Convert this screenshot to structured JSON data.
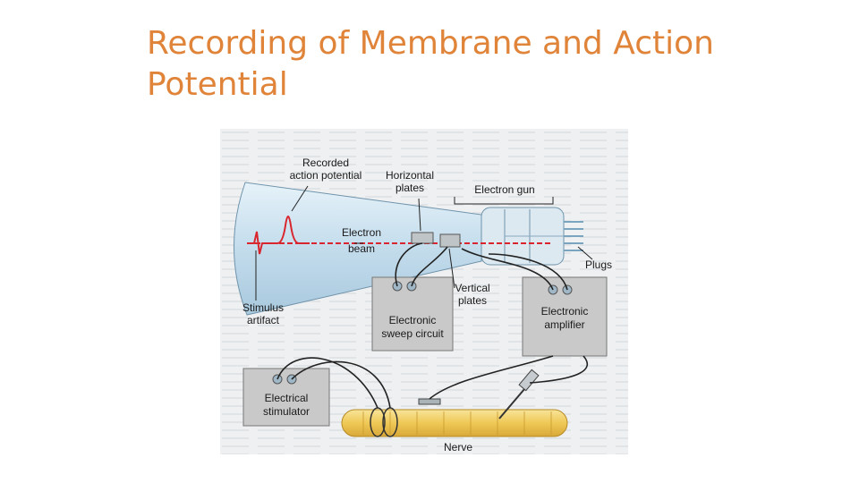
{
  "slide": {
    "title": "Recording of Membrane and Action Potential",
    "title_color": "#e0843a"
  },
  "diagram": {
    "labels": {
      "recorded_action_potential": [
        "Recorded",
        "action potential"
      ],
      "horizontal_plates": [
        "Horizontal",
        "plates"
      ],
      "electron_gun": "Electron gun",
      "electron_beam": [
        "Electron",
        "beam"
      ],
      "plugs": "Plugs",
      "stimulus_artifact": [
        "Stimulus",
        "artifact"
      ],
      "vertical_plates": [
        "Vertical",
        "plates"
      ],
      "electronic_sweep_circuit": [
        "Electronic",
        "sweep circuit"
      ],
      "electronic_amplifier": [
        "Electronic",
        "amplifier"
      ],
      "electrical_stimulator": [
        "Electrical",
        "stimulator"
      ],
      "nerve": "Nerve"
    },
    "colors": {
      "tube": "#cfe6f3",
      "beam": "#d9262e",
      "box": "#c9c9c9",
      "nerve": "#f1cf6a",
      "background": "#eef0f1"
    }
  }
}
